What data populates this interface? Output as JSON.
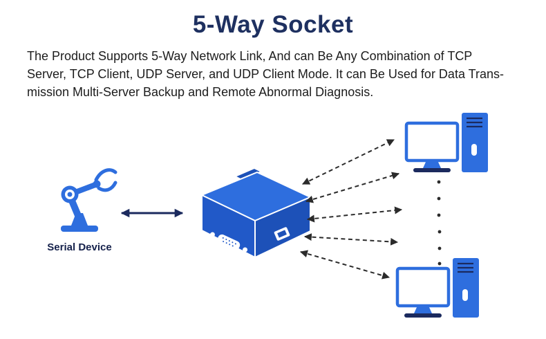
{
  "title": "5-Way Socket",
  "description": {
    "lines": [
      "The Product Supports 5-Way Network Link, And can Be Any Combination of TCP",
      "Server, TCP Client, UDP Server, and UDP Client Mode. It can Be Used for Data Trans-",
      "mission Multi-Server Backup and Remote Abnormal Diagnosis."
    ]
  },
  "diagram": {
    "serial_device_label": "Serial Device",
    "network_link_count": 5,
    "colors": {
      "primary-blue": "#2e6ede",
      "blue-dark": "#2159c8",
      "blue-deep": "#1d51b8",
      "navy": "#1b2a5e",
      "arrow-dark": "#2b2b2b",
      "title-navy": "#1e3060",
      "text": "#1c1c1c"
    }
  }
}
